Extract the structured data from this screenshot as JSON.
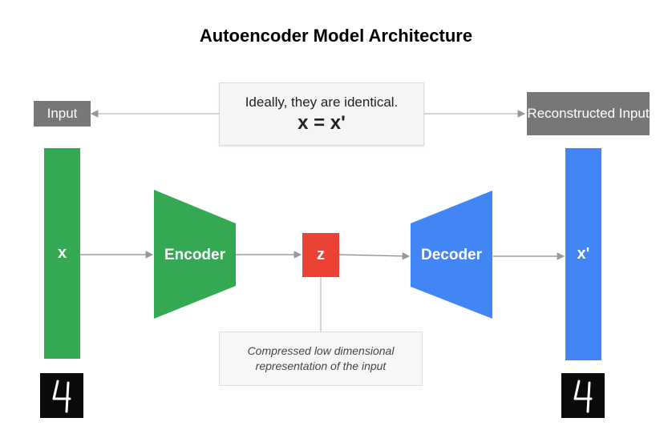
{
  "title": "Autoencoder Model Architecture",
  "input_label": "Input",
  "output_label": "Reconstructed Input",
  "callout": {
    "line1": "Ideally, they are identical.",
    "line2": "x = x'"
  },
  "input_bar": {
    "label": "x",
    "color": "#34a853"
  },
  "output_bar": {
    "label": "x'",
    "color": "#4285f4"
  },
  "encoder": {
    "label": "Encoder",
    "color": "#34a853"
  },
  "latent": {
    "label": "z",
    "color": "#ea4335"
  },
  "decoder": {
    "label": "Decoder",
    "color": "#4285f4"
  },
  "latent_note": "Compressed low dimensional representation of the input",
  "colors": {
    "label_bg": "#777777",
    "arrow": "#999999",
    "digit_bg": "#0a0a0a"
  },
  "icons": {
    "input_digit": "handwritten-digit-4-icon",
    "output_digit": "handwritten-digit-4-icon"
  }
}
